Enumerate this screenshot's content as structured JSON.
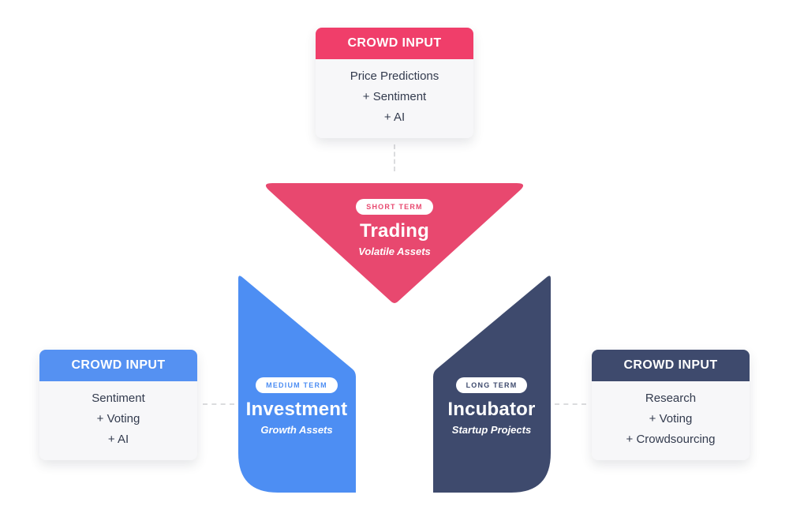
{
  "palette": {
    "pink_header": "#F03E6A",
    "pink_shape": "#E8486F",
    "blue_header": "#5591F2",
    "blue_shape": "#4D8EF3",
    "navy_header": "#3E4A6D",
    "navy_shape": "#3E4A6D",
    "card_body_bg": "#F7F7F9",
    "body_text": "#333B4E",
    "connector": "#DBDCDE",
    "background": "#FFFFFF"
  },
  "cards": {
    "top": {
      "header": "CROWD INPUT",
      "lines": [
        "Price Predictions",
        "+ Sentiment",
        "+ AI"
      ]
    },
    "left": {
      "header": "CROWD INPUT",
      "lines": [
        "Sentiment",
        "+ Voting",
        "+ AI"
      ]
    },
    "right": {
      "header": "CROWD INPUT",
      "lines": [
        "Research",
        "+ Voting",
        "+ Crowdsourcing"
      ]
    }
  },
  "segments": {
    "trading": {
      "tag": "SHORT TERM",
      "title": "Trading",
      "subtitle": "Volatile Assets"
    },
    "investment": {
      "tag": "MEDIUM TERM",
      "title": "Investment",
      "subtitle": "Growth Assets"
    },
    "incubator": {
      "tag": "LONG TERM",
      "title": "Incubator",
      "subtitle": "Startup Projects"
    }
  }
}
